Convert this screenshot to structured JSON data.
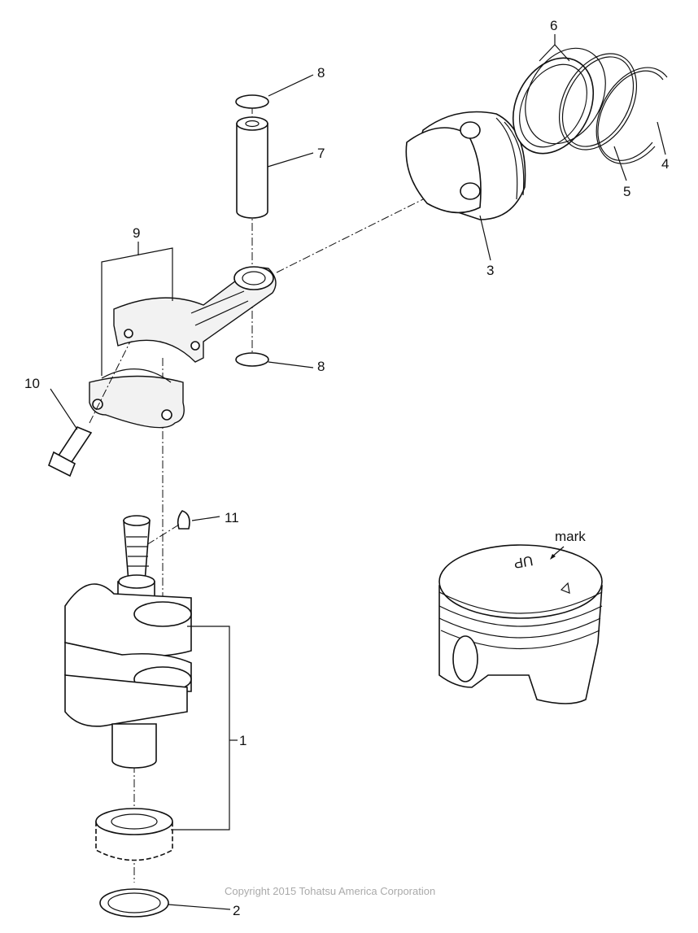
{
  "diagram": {
    "callouts": {
      "c1": "1",
      "c2": "2",
      "c3": "3",
      "c4": "4",
      "c5": "5",
      "c6": "6",
      "c7": "7",
      "c8a": "8",
      "c8b": "8",
      "c9": "9",
      "c10": "10",
      "c11": "11"
    },
    "mark_label": "mark",
    "piston_top_text": "UP",
    "copyright": "Copyright 2015 Tohatsu America Corporation"
  },
  "parts": [
    "crankshaft",
    "washer",
    "piston",
    "ring-top",
    "ring-second",
    "oil-ring",
    "piston-pin",
    "pin-clip",
    "connecting-rod",
    "rod-bolt",
    "key"
  ]
}
